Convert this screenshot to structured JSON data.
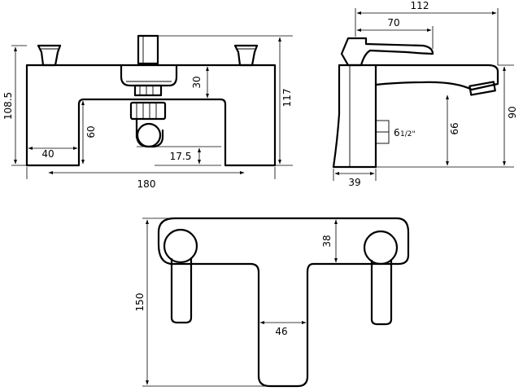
{
  "dimensions": {
    "width_112": "112",
    "width_70": "70",
    "height_108_5": "108.5",
    "height_117": "117",
    "height_30": "30",
    "height_60": "60",
    "width_40": "40",
    "height_17_5": "17.5",
    "width_180": "180",
    "height_90": "90",
    "height_66": "66",
    "width_39": "39",
    "thread_main": "6",
    "thread_fraction": "1/2\"",
    "height_38": "38",
    "height_150": "150",
    "width_46": "46"
  },
  "colors": {
    "line": "#000000",
    "background": "#ffffff"
  }
}
